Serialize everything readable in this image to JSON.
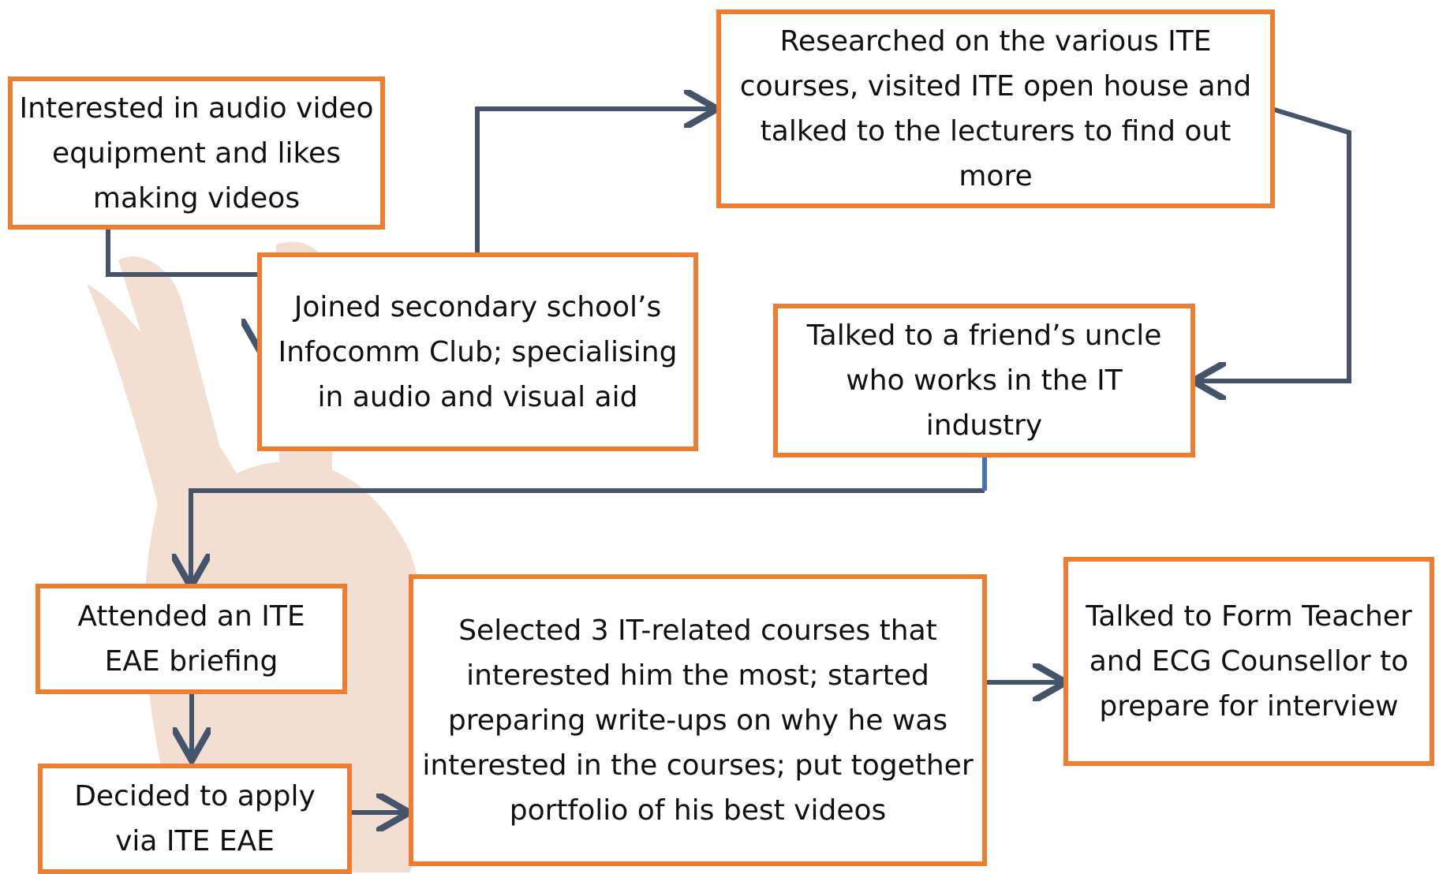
{
  "diagram": {
    "nodes": [
      {
        "id": "n1",
        "text": "Interested in audio video equipment and likes making videos"
      },
      {
        "id": "n2",
        "text": "Joined secondary school’s Infocomm Club; specialising in audio and visual aid"
      },
      {
        "id": "n3",
        "text": "Researched on the various ITE courses, visited ITE open house and talked to the lecturers to find out more"
      },
      {
        "id": "n4",
        "text": "Talked to a friend’s uncle who works in the IT industry"
      },
      {
        "id": "n5",
        "text": "Attended an ITE EAE briefing"
      },
      {
        "id": "n6",
        "text": "Decided to apply via ITE EAE"
      },
      {
        "id": "n7",
        "text": "Selected 3 IT-related courses that interested him the most; started preparing write-ups on why he was interested in the courses; put together portfolio of his best videos"
      },
      {
        "id": "n8",
        "text": "Talked to Form Teacher and ECG Counsellor to prepare for interview"
      }
    ],
    "edges": [
      {
        "from": "n1",
        "to": "n2"
      },
      {
        "from": "n2",
        "to": "n3"
      },
      {
        "from": "n3",
        "to": "n4"
      },
      {
        "from": "n4",
        "to": "n5"
      },
      {
        "from": "n5",
        "to": "n6"
      },
      {
        "from": "n6",
        "to": "n7"
      },
      {
        "from": "n7",
        "to": "n8"
      }
    ],
    "colors": {
      "box_border": "#ED7D31",
      "connector": "#44546A",
      "connector_accent": "#4472C4"
    }
  }
}
